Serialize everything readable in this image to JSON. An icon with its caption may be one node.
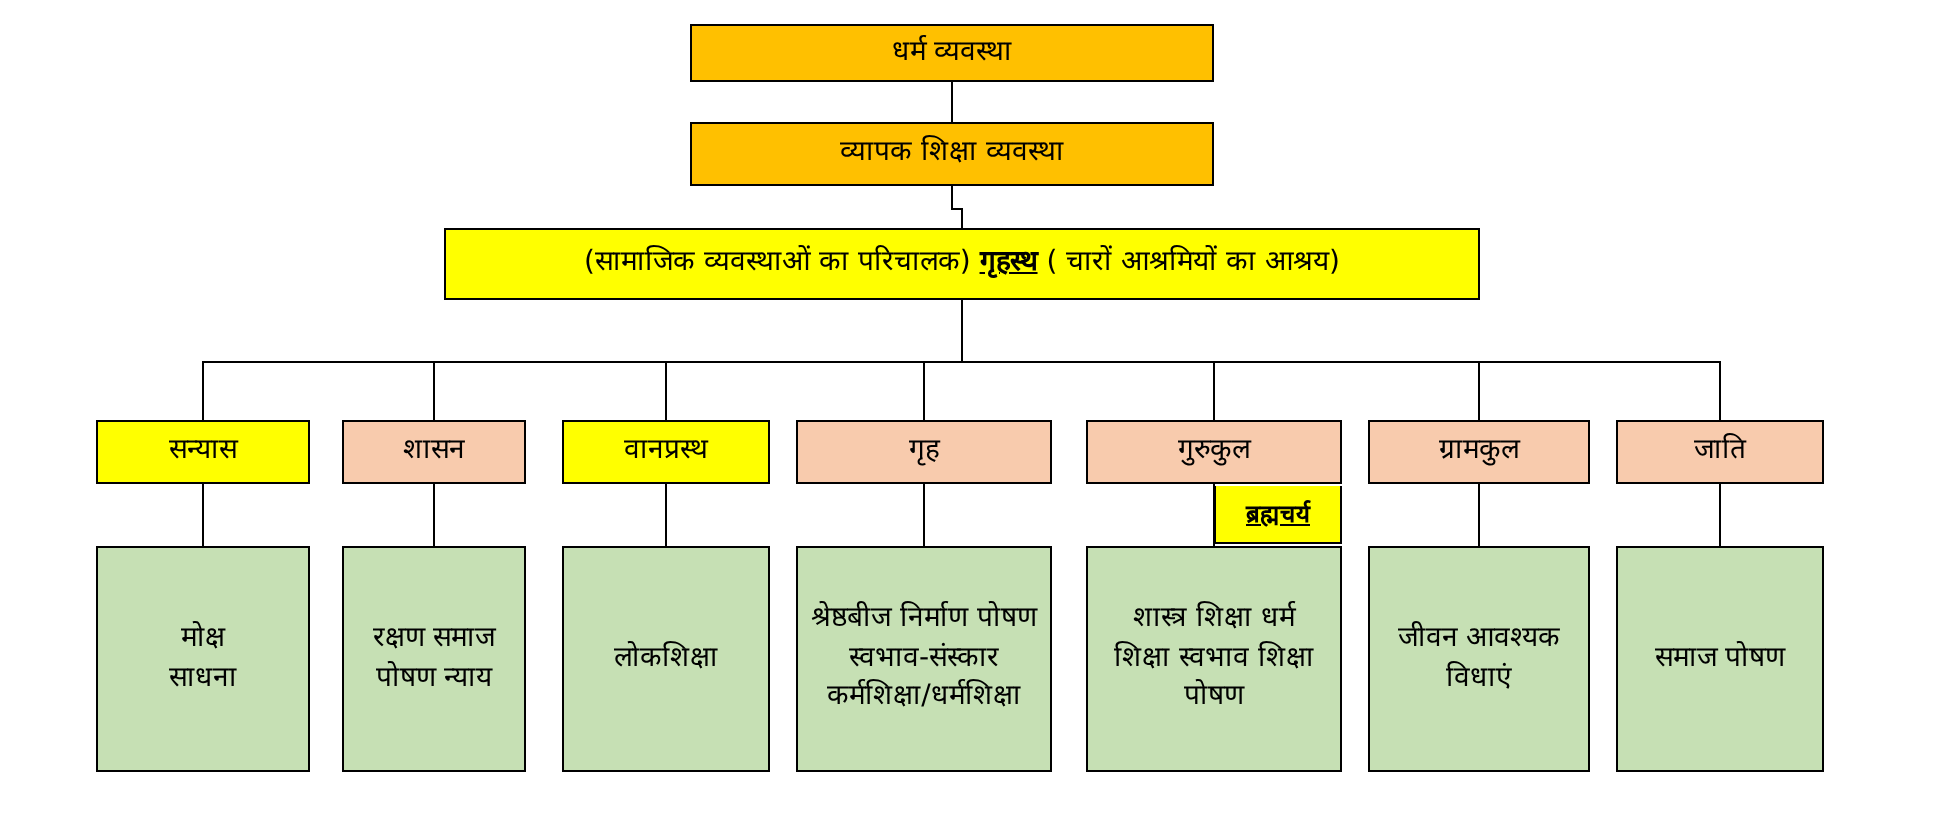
{
  "diagram": {
    "nodes": [
      {
        "text": [
          "धर्म व्यवस्था"
        ]
      },
      {
        "text": [
          "व्यापक शिक्षा व्यवस्था"
        ]
      },
      {
        "text": [
          "(सामाजिक व्यवस्थाओं का परिचालक) **गृहस्थ** ( चारों आश्रमियों का आश्रय)"
        ]
      },
      {
        "text": [
          "सन्यास"
        ]
      },
      {
        "text": [
          "शासन"
        ]
      },
      {
        "text": [
          "वानप्रस्थ"
        ]
      },
      {
        "text": [
          "गृह"
        ]
      },
      {
        "text": [
          "गुरुकुल"
        ]
      },
      {
        "text": [
          "ग्रामकुल"
        ]
      },
      {
        "text": [
          "जाति"
        ]
      },
      {
        "text": [
          "ब्रह्मचर्य"
        ]
      },
      {
        "text": [
          "मोक्ष साधना"
        ]
      },
      {
        "text": [
          "रक्षण समाज पोषण न्याय"
        ]
      },
      {
        "text": [
          "लोकशिक्षा"
        ]
      },
      {
        "text": [
          "श्रेष्ठबीज निर्माण पोषण स्वभाव-संस्कार कर्मशिक्षा/धर्मशिक्षा"
        ]
      },
      {
        "text": [
          "शास्त्र शिक्षा धर्म शिक्षा स्वभाव शिक्षा पोषण"
        ]
      },
      {
        "text": [
          "जीवन आवश्यक विधाएं"
        ]
      },
      {
        "text": [
          "समाज पोषण"
        ]
      }
    ],
    "edges": [
      {
        "from": 0,
        "to": 1,
        "arrow": "none"
      },
      {
        "from": 1,
        "to": 2,
        "arrow": "none"
      },
      {
        "from": 2,
        "to": 3,
        "arrow": "none"
      },
      {
        "from": 2,
        "to": 4,
        "arrow": "none"
      },
      {
        "from": 2,
        "to": 5,
        "arrow": "none"
      },
      {
        "from": 2,
        "to": 6,
        "arrow": "none"
      },
      {
        "from": 2,
        "to": 7,
        "arrow": "none"
      },
      {
        "from": 2,
        "to": 8,
        "arrow": "none"
      },
      {
        "from": 2,
        "to": 9,
        "arrow": "none"
      },
      {
        "from": 3,
        "to": 11,
        "arrow": "none"
      },
      {
        "from": 4,
        "to": 12,
        "arrow": "none"
      },
      {
        "from": 5,
        "to": 13,
        "arrow": "none"
      },
      {
        "from": 6,
        "to": 14,
        "arrow": "none"
      },
      {
        "from": 7,
        "to": 15,
        "arrow": "none"
      },
      {
        "from": 8,
        "to": 16,
        "arrow": "none"
      },
      {
        "from": 9,
        "to": 17,
        "arrow": "none"
      }
    ]
  }
}
